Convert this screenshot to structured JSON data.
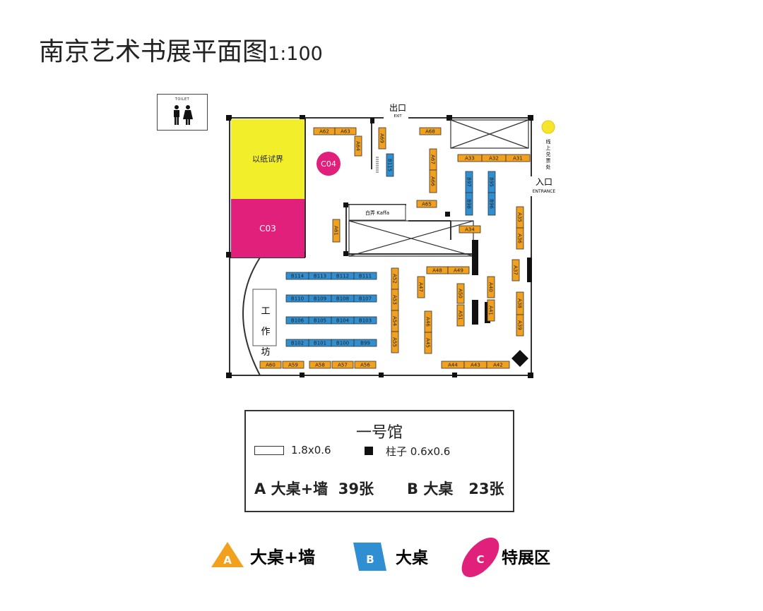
{
  "title": {
    "main": "南京艺术书展平面图",
    "scale": "1:100"
  },
  "toilet": {
    "label": "TOILET"
  },
  "exit": {
    "cn": "出口",
    "en": "EXIT"
  },
  "entrance": {
    "cn": "入口",
    "en": "ENTRANCE"
  },
  "ticket": {
    "label": "线上兑票处"
  },
  "zones": {
    "yizhi": "以纸试界",
    "c03": "C03",
    "c04": "C04",
    "workshop": "工作坊",
    "cafe": "白弄 Kaffa"
  },
  "booths": {
    "a_horizontal": [
      {
        "id": "A62"
      },
      {
        "id": "A63"
      },
      {
        "id": "A68"
      },
      {
        "id": "A33"
      },
      {
        "id": "A32"
      },
      {
        "id": "A31"
      },
      {
        "id": "A65"
      },
      {
        "id": "A34"
      },
      {
        "id": "A48"
      },
      {
        "id": "A49"
      },
      {
        "id": "A60"
      },
      {
        "id": "A59"
      },
      {
        "id": "A58"
      },
      {
        "id": "A57"
      },
      {
        "id": "A56"
      },
      {
        "id": "A44"
      },
      {
        "id": "A43"
      },
      {
        "id": "A42"
      }
    ],
    "a_vertical": [
      {
        "id": "A64"
      },
      {
        "id": "A69"
      },
      {
        "id": "A67"
      },
      {
        "id": "A66"
      },
      {
        "id": "A61"
      },
      {
        "id": "A35"
      },
      {
        "id": "A36"
      },
      {
        "id": "A37"
      },
      {
        "id": "A52"
      },
      {
        "id": "A53"
      },
      {
        "id": "A54"
      },
      {
        "id": "A55"
      },
      {
        "id": "A47"
      },
      {
        "id": "A50"
      },
      {
        "id": "A51"
      },
      {
        "id": "A46"
      },
      {
        "id": "A45"
      },
      {
        "id": "A40"
      },
      {
        "id": "A41"
      },
      {
        "id": "A38"
      },
      {
        "id": "A39"
      }
    ],
    "b_rows": [
      [
        "B114",
        "B113",
        "B112",
        "B111"
      ],
      [
        "B110",
        "B109",
        "B108",
        "B107"
      ],
      [
        "B106",
        "B105",
        "B104",
        "B103"
      ],
      [
        "B102",
        "B101",
        "B100",
        "B99"
      ]
    ],
    "b_vertical": [
      {
        "id": "B115"
      },
      {
        "id": "B97"
      },
      {
        "id": "B98"
      },
      {
        "id": "B95"
      },
      {
        "id": "B96"
      }
    ]
  },
  "legend": {
    "hall": "一号馆",
    "table_dim": "1.8x0.6",
    "pillar": "柱子 0.6x0.6",
    "a_summary": "A 大桌+墙  39张",
    "b_summary": "B 大桌   23张"
  },
  "categories": [
    {
      "letter": "A",
      "label": "大桌+墙",
      "color": "#f2a11f"
    },
    {
      "letter": "B",
      "label": "大桌",
      "color": "#2f8fd2"
    },
    {
      "letter": "C",
      "label": "特展区",
      "color": "#e0207a"
    }
  ],
  "colors": {
    "a_booth": "#f2a11f",
    "b_booth": "#2f8fd2",
    "yellow": "#f2ee2a",
    "magenta": "#e0207a",
    "sun": "#f5e52c"
  }
}
